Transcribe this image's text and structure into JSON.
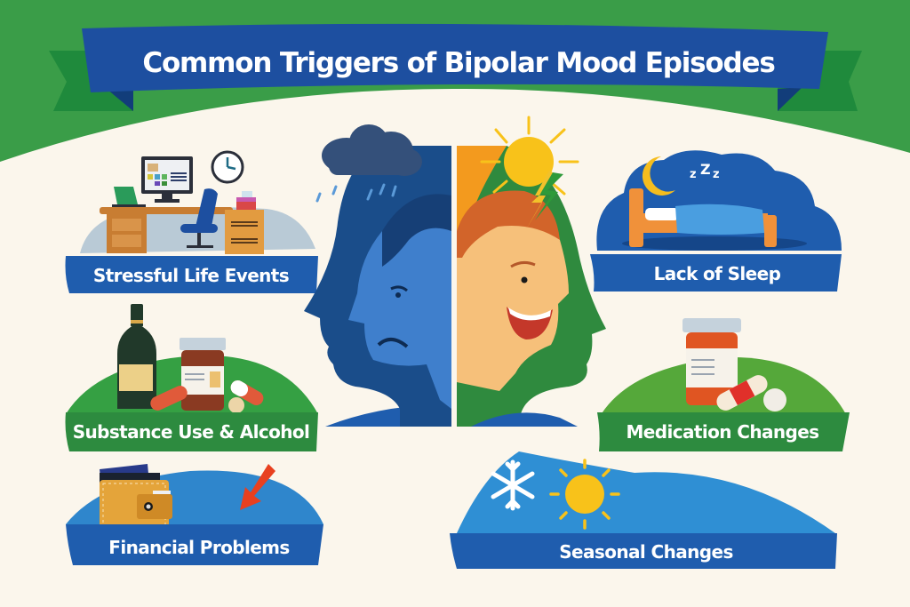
{
  "title": "Common Triggers of Bipolar Mood Episodes",
  "colors": {
    "background": "#fbf6ec",
    "header_green": "#3a9d48",
    "banner_blue": "#1d4fa0",
    "ribbon_green": "#1f8a3c",
    "panel_blue": "#1f5dae",
    "panel_green": "#2d8b3f",
    "sun_yellow": "#f8c21a",
    "arrow_red": "#e8401f"
  },
  "triggers": [
    {
      "label": "Stressful Life Events",
      "icon": "office-desk-icon",
      "position": "top-left"
    },
    {
      "label": "Lack of Sleep",
      "icon": "bed-moon-icon",
      "position": "top-right"
    },
    {
      "label": "Substance Use & Alcohol",
      "icon": "bottle-pills-icon",
      "position": "middle-left"
    },
    {
      "label": "Medication Changes",
      "icon": "pill-bottle-icon",
      "position": "middle-right"
    },
    {
      "label": "Financial Problems",
      "icon": "wallet-arrow-icon",
      "position": "bottom-left"
    },
    {
      "label": "Seasonal Changes",
      "icon": "snowflake-sun-icon",
      "position": "bottom-right"
    }
  ],
  "center": {
    "left": {
      "mood": "depressed",
      "icon": "rain-cloud-icon"
    },
    "right": {
      "mood": "manic",
      "icon": "sun-lightning-icon"
    }
  }
}
